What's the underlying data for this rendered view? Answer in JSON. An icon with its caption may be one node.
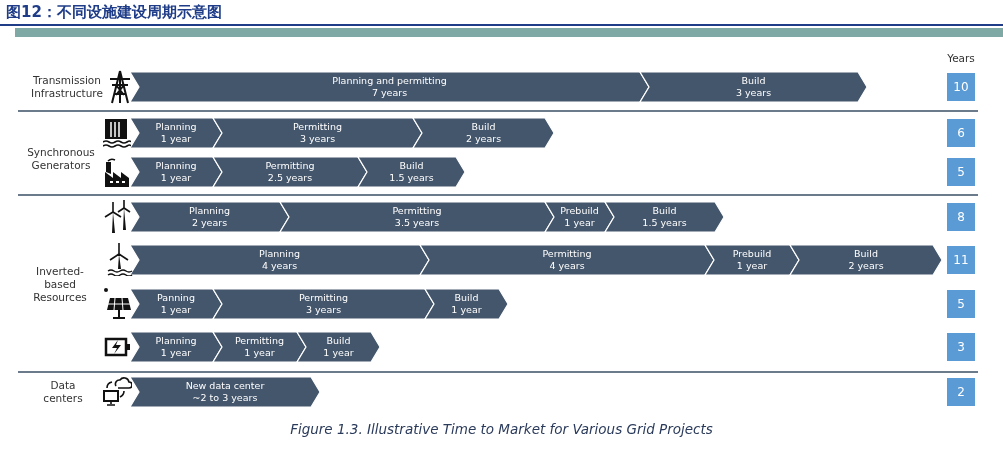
{
  "diagram": {
    "title": "图12：不同设施建设周期示意图",
    "caption": "Figure 1.3. Illustrative Time to Market for Various Grid Projects",
    "nodes": [
      {
        "text": [
          "Planning and permitting",
          "7 years"
        ]
      },
      {
        "text": [
          "Build",
          "3 years"
        ]
      },
      {
        "text": [
          "10"
        ]
      },
      {
        "text": [
          "Planning",
          "1 year"
        ]
      },
      {
        "text": [
          "Permitting",
          "3 years"
        ]
      },
      {
        "text": [
          "Build",
          "2 years"
        ]
      },
      {
        "text": [
          "6"
        ]
      },
      {
        "text": [
          "Planning",
          "1 year"
        ]
      },
      {
        "text": [
          "Permitting",
          "2.5 years"
        ]
      },
      {
        "text": [
          "Build",
          "1.5 years"
        ]
      },
      {
        "text": [
          "5"
        ]
      },
      {
        "text": [
          "Planning",
          "2 years"
        ]
      },
      {
        "text": [
          "Permitting",
          "3.5 years"
        ]
      },
      {
        "text": [
          "Prebuild",
          "1 year"
        ]
      },
      {
        "text": [
          "Build",
          "1.5 years"
        ]
      },
      {
        "text": [
          "8"
        ]
      },
      {
        "text": [
          "Planning",
          "4 years"
        ]
      },
      {
        "text": [
          "Permitting",
          "4 years"
        ]
      },
      {
        "text": [
          "Prebuild",
          "1 year"
        ]
      },
      {
        "text": [
          "Build",
          "2 years"
        ]
      },
      {
        "text": [
          "11"
        ]
      },
      {
        "text": [
          "Panning",
          "1 year"
        ]
      },
      {
        "text": [
          "Permitting",
          "3 years"
        ]
      },
      {
        "text": [
          "Build",
          "1 year"
        ]
      },
      {
        "text": [
          "5"
        ]
      },
      {
        "text": [
          "Planning",
          "1 year"
        ]
      },
      {
        "text": [
          "Permitting",
          "1 year"
        ]
      },
      {
        "text": [
          "Build",
          "1 year"
        ]
      },
      {
        "text": [
          "3"
        ]
      },
      {
        "text": [
          "New data center",
          "~2 to 3 years"
        ]
      },
      {
        "text": [
          "2"
        ]
      }
    ],
    "labels": [
      "Years",
      "Transmission Infrastructure",
      "Synchronous Generators",
      "Inverted-based Resources",
      "Data centers"
    ]
  }
}
